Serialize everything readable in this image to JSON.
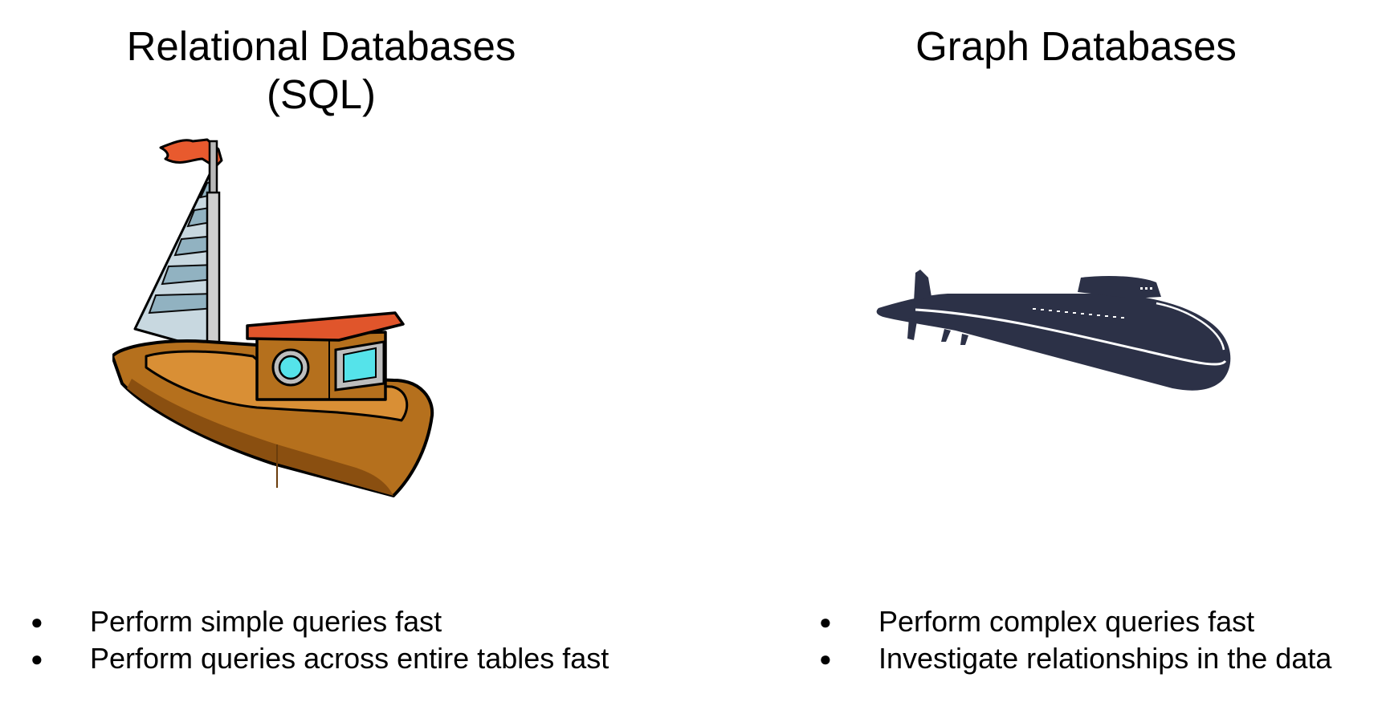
{
  "left": {
    "title_lines": [
      "Relational Databases",
      "(SQL)"
    ],
    "illustration_icon": "sailboat-icon",
    "bullets": [
      "Perform simple queries fast",
      "Perform queries across entire tables fast"
    ]
  },
  "right": {
    "title_lines": [
      "Graph Databases"
    ],
    "illustration_icon": "submarine-icon",
    "bullets": [
      "Perform complex queries fast",
      "Investigate relationships in the data"
    ]
  },
  "bullet_glyph": "●",
  "colors": {
    "hull": "#b5701d",
    "hull_dark": "#8a4f10",
    "deck": "#d98f35",
    "roof": "#e0552b",
    "flag": "#e85a2e",
    "sail_light": "#c8d8e0",
    "sail_dark": "#8fb0c0",
    "window": "#55e3ea",
    "submarine": "#2c3147"
  }
}
